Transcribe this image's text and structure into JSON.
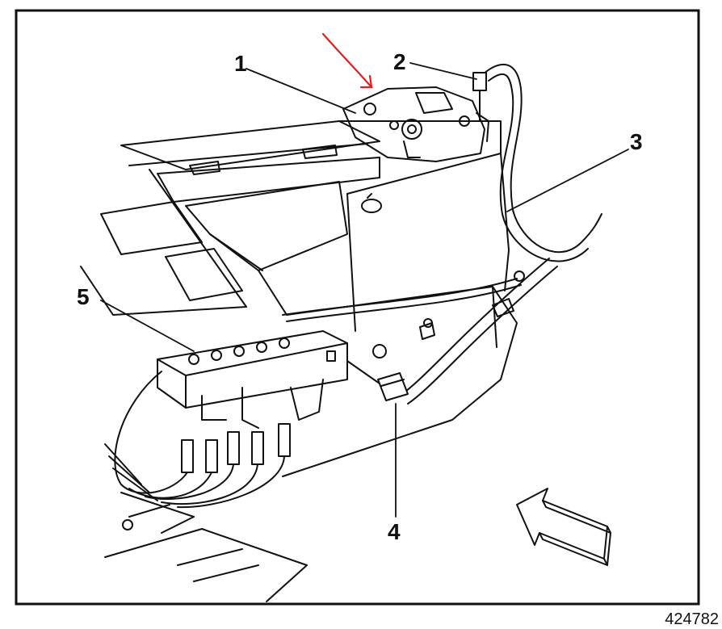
{
  "figure": {
    "callouts": [
      "1",
      "2",
      "3",
      "4",
      "5"
    ],
    "figure_id": "424782",
    "colors": {
      "ink": "#111111",
      "annotation": "#e02020",
      "paper": "#ffffff"
    }
  }
}
